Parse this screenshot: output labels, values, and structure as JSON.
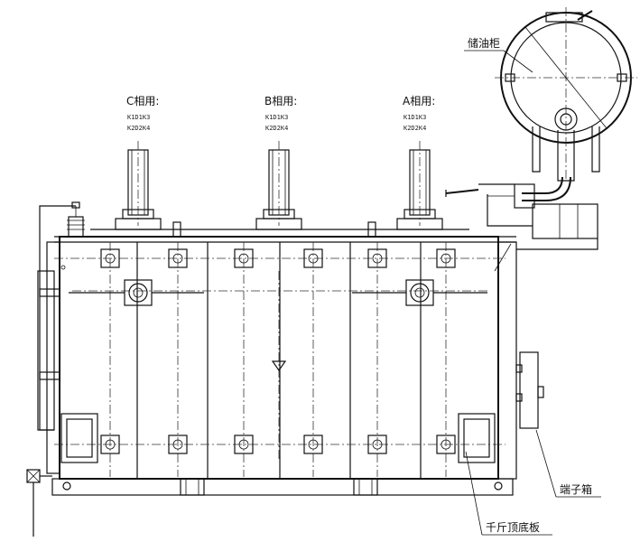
{
  "phases": [
    {
      "name": "C相用:",
      "codes": [
        "K1D1K3",
        "K2D2K4"
      ]
    },
    {
      "name": "B相用:",
      "codes": [
        "K1D1K3",
        "K2D2K4"
      ]
    },
    {
      "name": "A相用:",
      "codes": [
        "K1D1K3",
        "K2D2K4"
      ]
    }
  ],
  "callouts": {
    "conservator": "储油柜",
    "terminal_box": "端子箱",
    "jack_plate": "千斤顶底板"
  }
}
